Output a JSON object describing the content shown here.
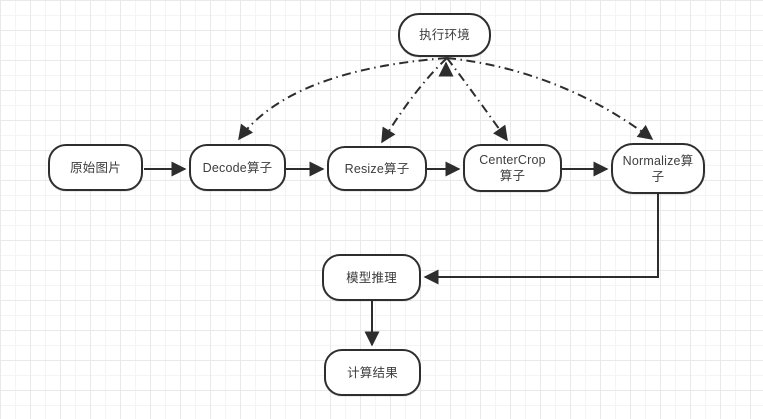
{
  "canvas": {
    "background": "#ffffff",
    "grid_major_color": "#e9e9e9",
    "grid_minor_color": "#f4f4f4"
  },
  "diagram": {
    "stroke_color": "#2d2d2d",
    "text_color": "#3d3d3d",
    "nodes": {
      "execution_env": {
        "label": "执行环境"
      },
      "original_image": {
        "label": "原始图片"
      },
      "decode": {
        "label": "Decode算子"
      },
      "resize": {
        "label": "Resize算子"
      },
      "center_crop": {
        "label": "CenterCrop算子"
      },
      "normalize": {
        "label": "Normalize算子"
      },
      "model_inference": {
        "label": "模型推理"
      },
      "compute_result": {
        "label": "计算结果"
      }
    },
    "edges": [
      {
        "from": "original_image",
        "to": "decode",
        "style": "solid"
      },
      {
        "from": "decode",
        "to": "resize",
        "style": "solid"
      },
      {
        "from": "resize",
        "to": "center_crop",
        "style": "solid"
      },
      {
        "from": "center_crop",
        "to": "normalize",
        "style": "solid"
      },
      {
        "from": "execution_env",
        "to": "decode",
        "style": "dash-dot"
      },
      {
        "from": "execution_env",
        "to": "resize",
        "style": "dash-dot"
      },
      {
        "from": "execution_env",
        "to": "center_crop",
        "style": "dash-dot"
      },
      {
        "from": "execution_env",
        "to": "normalize",
        "style": "dash-dot"
      },
      {
        "from": "normalize",
        "to": "model_inference",
        "style": "solid-elbow"
      },
      {
        "from": "model_inference",
        "to": "compute_result",
        "style": "solid"
      }
    ]
  }
}
